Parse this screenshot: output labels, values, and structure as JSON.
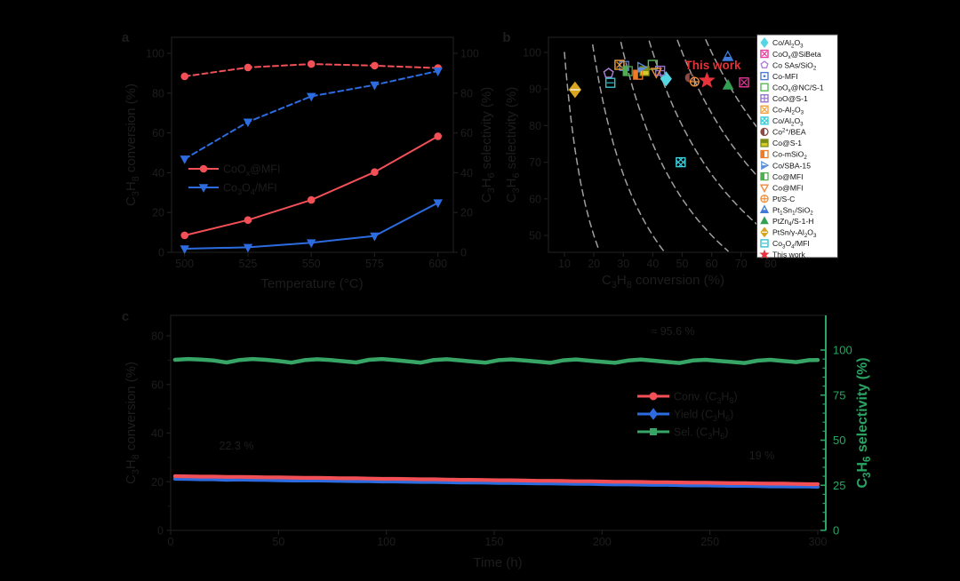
{
  "figure": {
    "bg": "#000000",
    "axis_text_color": "#1d1d1d",
    "dash_curve_color": "#9f9f9f",
    "green": "#2aa564",
    "red": "#f25056",
    "blue": "#2d6ce0"
  },
  "chart_data": [
    {
      "id": "a",
      "type": "line",
      "panel_label": "a",
      "xlabel": "Temperature (°C)",
      "ylabel_left": "C~3~H~8~ conversion (%)",
      "ylabel_right": "C~3~H~6~ selectivity (%)",
      "x_ticks": [
        500,
        525,
        550,
        575,
        600
      ],
      "y_ticks_left": [
        0,
        20,
        40,
        60,
        80,
        100
      ],
      "y_ticks_right": [
        0,
        20,
        40,
        60,
        80,
        100
      ],
      "xlim": [
        490,
        607
      ],
      "ylim": [
        0,
        108
      ],
      "series": [
        {
          "name": "CoO~x~@MFI",
          "quantity": "conversion",
          "axis": "left",
          "line": "solid",
          "marker": "circle",
          "color": "#f25056",
          "x": [
            500,
            525,
            550,
            575,
            600
          ],
          "y": [
            8.5,
            16.2,
            26.3,
            40.3,
            58.3
          ]
        },
        {
          "name": "Co~3~O~4~/MFI",
          "quantity": "conversion",
          "axis": "left",
          "line": "solid",
          "marker": "triangle-down",
          "color": "#2d6ce0",
          "x": [
            500,
            525,
            550,
            575,
            600
          ],
          "y": [
            1.8,
            2.5,
            4.8,
            8.2,
            24.9
          ]
        },
        {
          "name": "CoO~x~@MFI",
          "quantity": "selectivity",
          "axis": "right",
          "line": "dashed",
          "marker": "circle",
          "color": "#f25056",
          "x": [
            500,
            525,
            550,
            575,
            600
          ],
          "y": [
            88.4,
            92.9,
            94.6,
            93.8,
            92.6
          ]
        },
        {
          "name": "Co~3~O~4~/MFI",
          "quantity": "selectivity",
          "axis": "right",
          "line": "dashed",
          "marker": "triangle-down",
          "color": "#2d6ce0",
          "x": [
            500,
            525,
            550,
            575,
            600
          ],
          "y": [
            46.9,
            65.5,
            78.4,
            84.1,
            91.1
          ]
        }
      ],
      "legend": [
        {
          "label": "CoO~x~@MFI",
          "color": "#f25056",
          "marker": "circle"
        },
        {
          "label": "Co~3~O~4~/MFI",
          "color": "#2d6ce0",
          "marker": "triangle-down"
        }
      ]
    },
    {
      "id": "b",
      "type": "scatter",
      "panel_label": "b",
      "xlabel": "C~3~H~8~ conversion (%)",
      "ylabel": "C~3~H~6~ selectivity (%)",
      "x_ticks": [
        10,
        20,
        30,
        40,
        50,
        60,
        70,
        80
      ],
      "y_ticks": [
        50,
        60,
        70,
        80,
        90,
        100
      ],
      "xlim": [
        4.6,
        82.8
      ],
      "ylim": [
        45.4,
        104.1
      ],
      "iso_yield_dashed_curves": [
        10,
        20,
        30,
        40,
        50,
        60
      ],
      "annotation": {
        "text": "This work",
        "color": "#e03338"
      },
      "points": [
        {
          "label": "Co/Al~2~O~3~",
          "x": 44.5,
          "y": 92.8,
          "shape": "diamond",
          "fill": "solid",
          "color": "#55d7e3",
          "s": 6
        },
        {
          "label": "CoO~x~@SiBeta",
          "x": 71.0,
          "y": 91.8,
          "shape": "square",
          "fill": "open",
          "decor": "x",
          "color": "#e6399b",
          "s": 5
        },
        {
          "label": "Co SAs/SiO~2~",
          "x": 25.0,
          "y": 94.3,
          "shape": "pentagon",
          "fill": "open",
          "color": "#b07fd8",
          "s": 5.5
        },
        {
          "label": "Co-MFI",
          "x": 30.3,
          "y": 96.3,
          "shape": "square",
          "fill": "open",
          "decor": "dot",
          "color": "#4f7bd9",
          "s": 5
        },
        {
          "label": "CoO~x~@NC/S-1",
          "x": 40.0,
          "y": 96.6,
          "shape": "square",
          "fill": "open",
          "color": "#58b956",
          "s": 5
        },
        {
          "label": "CoO@S-1",
          "x": 42.5,
          "y": 95.0,
          "shape": "square",
          "fill": "open",
          "decor": "plus",
          "color": "#9673d0",
          "s": 5
        },
        {
          "label": "Co-Al~2~O~3~",
          "x": 28.7,
          "y": 96.6,
          "shape": "square",
          "fill": "open",
          "decor": "x",
          "color": "#f2a13c",
          "s": 5
        },
        {
          "label": "Co/Al~2~O~3~",
          "x": 49.5,
          "y": 70.0,
          "shape": "square",
          "fill": "open",
          "decor": "hatch",
          "color": "#3ecfdc",
          "s": 5
        },
        {
          "label": "Co^2+^/BEA",
          "x": 52.5,
          "y": 93.1,
          "shape": "circle",
          "fill": "half-l",
          "color": "#8e4a44",
          "s": 4.5
        },
        {
          "label": "Co@S-1",
          "x": 37.2,
          "y": 94.9,
          "shape": "square",
          "fill": "half-t",
          "color": "#7d8c12",
          "fill2": "#d8c92a",
          "s": 5
        },
        {
          "label": "Co-mSiO~2~",
          "x": 35.0,
          "y": 93.9,
          "shape": "square",
          "fill": "half-l",
          "color": "#f07a28",
          "s": 5
        },
        {
          "label": "Co/SBA-15",
          "x": 36.3,
          "y": 95.9,
          "shape": "triangle-right",
          "fill": "half-b",
          "color": "#5c8fd6",
          "s": 5.5
        },
        {
          "label": "Co@MFI",
          "x": 31.5,
          "y": 94.9,
          "shape": "square",
          "fill": "half-l",
          "color": "#4cb04e",
          "s": 5
        },
        {
          "label": "Co@MFI",
          "x": 41.2,
          "y": 94.6,
          "shape": "triangle-down",
          "fill": "open",
          "color": "#f08a3c",
          "s": 5.5
        },
        {
          "label": "Pt/S-C",
          "x": 54.2,
          "y": 92.0,
          "shape": "circle",
          "fill": "open",
          "decor": "plus",
          "color": "#f0913c",
          "s": 4.8
        },
        {
          "label": "Pt~1~Sn~1~/SiO~2~",
          "x": 65.5,
          "y": 98.8,
          "shape": "triangle-up",
          "fill": "half-b",
          "color": "#3f7bd9",
          "s": 5.5
        },
        {
          "label": "PtZn~4~/S-1-H",
          "x": 65.6,
          "y": 91.0,
          "shape": "triangle-up",
          "fill": "solid",
          "color": "#33a153",
          "s": 5.5
        },
        {
          "label": "PtSn/γ-Al~2~O~3~",
          "x": 13.6,
          "y": 89.8,
          "shape": "diamond",
          "fill": "solid",
          "decor": "minus-white",
          "color": "#d8a51f",
          "s": 6.5
        },
        {
          "label": "Co~3~O~4~/MFI",
          "x": 25.6,
          "y": 91.7,
          "shape": "square",
          "fill": "open",
          "decor": "minus",
          "color": "#35c3cf",
          "s": 5
        },
        {
          "label": "This work",
          "x": 58.4,
          "y": 92.3,
          "shape": "star",
          "fill": "solid",
          "color": "#e8333c",
          "s": 8.5
        }
      ]
    },
    {
      "id": "c",
      "type": "line",
      "panel_label": "c",
      "xlabel": "Time (h)",
      "ylabel_left": "C~3~H~8~ conversion (%)",
      "ylabel_right": "C~3~H~6~ selectivity (%)",
      "x_ticks": [
        0,
        50,
        100,
        150,
        200,
        250,
        300
      ],
      "y_ticks_left": [
        0,
        20,
        40,
        60,
        80
      ],
      "y_ticks_right": [
        0,
        25,
        50,
        75,
        100
      ],
      "xlim": [
        0,
        303
      ],
      "ylim_left": [
        0,
        88.4
      ],
      "ylim_right": [
        0,
        119
      ],
      "annotations": {
        "selectivity_avg": "≈ 95.6 %",
        "conversion_start": "22.3 %",
        "conversion_end": "19 %"
      },
      "legend": [
        {
          "label": "Conv. (C~3~H~8~)",
          "color": "#f25056",
          "marker": "circle"
        },
        {
          "label": "Yield (C~3~H~6~)",
          "color": "#2d6ce0",
          "marker": "diamond"
        },
        {
          "label": "Sel. (C~3~H~6~)",
          "color": "#36a566",
          "marker": "square"
        }
      ],
      "t": [
        2,
        8,
        14,
        20,
        26,
        32,
        38,
        44,
        50,
        56,
        62,
        68,
        74,
        80,
        86,
        92,
        98,
        104,
        110,
        116,
        122,
        128,
        134,
        140,
        146,
        152,
        158,
        164,
        170,
        176,
        182,
        188,
        194,
        200,
        206,
        212,
        218,
        224,
        230,
        236,
        242,
        248,
        254,
        260,
        266,
        272,
        278,
        284,
        290,
        296,
        300
      ],
      "series": [
        {
          "name": "Conv. (C~3~H~8~)",
          "axis": "left",
          "color": "#f25056",
          "v": [
            22.3,
            22.2,
            22.1,
            22.1,
            22.0,
            22.0,
            21.9,
            21.8,
            21.8,
            21.7,
            21.6,
            21.6,
            21.5,
            21.4,
            21.4,
            21.3,
            21.2,
            21.2,
            21.1,
            21.0,
            21.0,
            20.9,
            20.8,
            20.8,
            20.7,
            20.6,
            20.6,
            20.5,
            20.4,
            20.4,
            20.3,
            20.2,
            20.2,
            20.1,
            20.0,
            20.0,
            19.9,
            19.8,
            19.8,
            19.7,
            19.6,
            19.6,
            19.5,
            19.4,
            19.4,
            19.3,
            19.2,
            19.2,
            19.1,
            19.0,
            19.0
          ]
        },
        {
          "name": "Yield (C~3~H~6~)",
          "axis": "left",
          "color": "#2d6ce0",
          "v": [
            21.2,
            21.1,
            21.0,
            21.0,
            20.8,
            20.9,
            20.8,
            20.7,
            20.6,
            20.5,
            20.5,
            20.5,
            20.4,
            20.3,
            20.2,
            20.2,
            20.1,
            20.1,
            20.0,
            19.9,
            19.9,
            19.8,
            19.7,
            19.7,
            19.6,
            19.5,
            19.5,
            19.4,
            19.3,
            19.3,
            19.2,
            19.1,
            19.1,
            19.0,
            18.9,
            18.9,
            18.8,
            18.7,
            18.7,
            18.6,
            18.5,
            18.5,
            18.4,
            18.3,
            18.3,
            18.2,
            18.1,
            18.1,
            18.0,
            18.0,
            17.9
          ]
        },
        {
          "name": "Sel. (C~3~H~6~)",
          "axis": "right",
          "color": "#36a566",
          "v": [
            94.6,
            95.0,
            94.7,
            94.2,
            93.1,
            94.5,
            95.0,
            94.6,
            93.9,
            93.0,
            94.4,
            94.9,
            94.5,
            93.8,
            93.1,
            94.6,
            95.0,
            94.4,
            93.7,
            93.0,
            94.5,
            94.9,
            94.3,
            93.6,
            93.0,
            94.4,
            94.8,
            94.2,
            93.6,
            92.9,
            94.3,
            94.8,
            94.1,
            93.5,
            92.9,
            94.2,
            94.7,
            94.1,
            93.4,
            92.8,
            94.2,
            94.6,
            94.0,
            93.4,
            92.8,
            94.1,
            94.6,
            93.9,
            93.3,
            94.4,
            94.5
          ]
        }
      ]
    }
  ]
}
